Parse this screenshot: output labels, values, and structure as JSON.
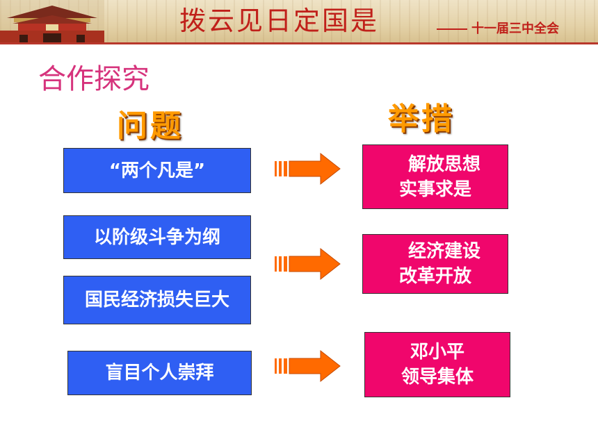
{
  "header": {
    "title": "拨云见日定国是",
    "subtitle": "十一届三中全会"
  },
  "section_title": "合作探究",
  "columns": {
    "problem_heading": "问题",
    "measure_heading": "举措"
  },
  "problems": [
    "“两个凡是”",
    "以阶级斗争为纲",
    "国民经济损失巨大",
    "盲目个人崇拜"
  ],
  "measures": [
    {
      "line1": "解放思想",
      "line2": "实事求是"
    },
    {
      "line1": "经济建设",
      "line2": "改革开放"
    },
    {
      "line1": "邓小平",
      "line2": "领导集体"
    }
  ],
  "colors": {
    "problem_box": "#2f5ff3",
    "measure_box": "#f0066c",
    "arrow": "#ff6a00",
    "title": "#c0201a",
    "section": "#d6337c",
    "heading": "#ff9a00"
  },
  "icons": [
    "tiananmen-gate-icon",
    "right-arrow-icon"
  ]
}
